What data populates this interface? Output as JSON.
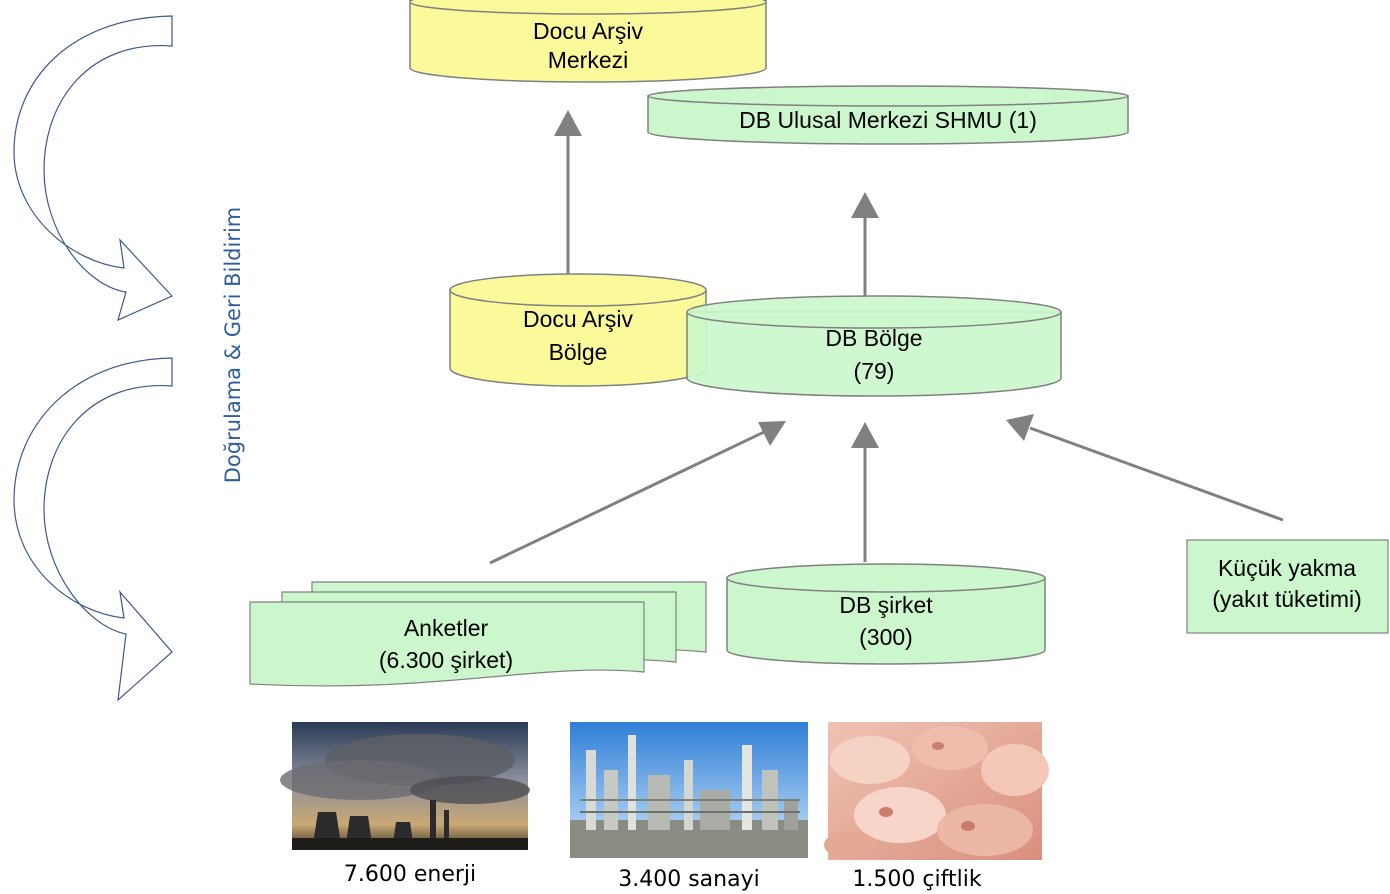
{
  "colors": {
    "yellow_fill": "#fafa9b",
    "green_fill": "#ccf7cc",
    "arrow_gray": "#808080",
    "curve_blue": "#3a5a8c"
  },
  "nodes": {
    "docu_archive_center": {
      "line1": "Docu Arşiv",
      "line2": "Merkezi"
    },
    "db_national_center": {
      "line1": "DB Ulusal Merkezi SHMU (1)"
    },
    "docu_archive_region": {
      "line1": "Docu Arşiv",
      "line2": "Bölge"
    },
    "db_region": {
      "line1": "DB Bölge",
      "line2": "(79)"
    },
    "surveys": {
      "line1": "Anketler",
      "line2": "(6.300 şirket)"
    },
    "db_company": {
      "line1": "DB  şirket",
      "line2": "(300)"
    },
    "small_combustion": {
      "line1": "Küçük yakma",
      "line2": "(yakıt tüketimi)"
    }
  },
  "side_label": "Doğrulama & Geri Bildirim",
  "photos": [
    {
      "icon": "power-plant-photo",
      "caption": "7.600 enerji"
    },
    {
      "icon": "refinery-photo",
      "caption": "3.400 sanayi"
    },
    {
      "icon": "pig-farm-photo",
      "caption": "1.500 çiftlik"
    }
  ]
}
